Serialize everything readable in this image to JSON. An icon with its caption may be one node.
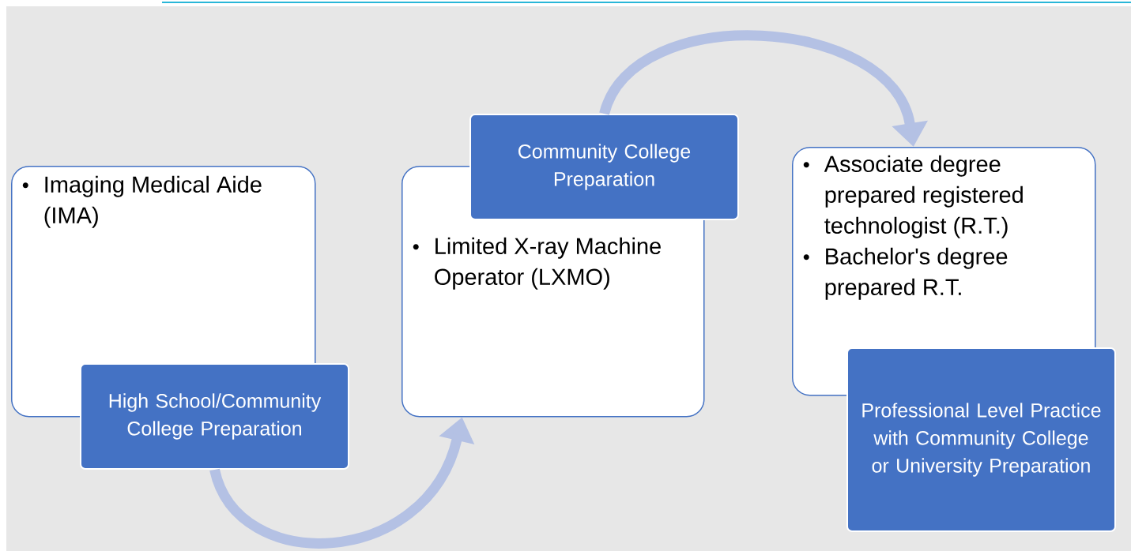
{
  "diagram": {
    "nodes": [
      {
        "text": [
          "Imaging Medical Aide (IMA)"
        ]
      },
      {
        "text": [
          "High School/Community College Preparation"
        ]
      },
      {
        "text": [
          "Limited X-ray Machine Operator (LXMO)"
        ]
      },
      {
        "text": [
          "Community College Preparation"
        ]
      },
      {
        "text": [
          "Associate degree prepared registered technologist (R.T.)",
          "Bachelor's degree prepared R.T."
        ]
      },
      {
        "text": [
          "Professional Level Practice with Community College or University Preparation"
        ]
      }
    ],
    "edges": [
      {
        "from": 1,
        "to": 2,
        "arrow": "to"
      },
      {
        "from": 3,
        "to": 4,
        "arrow": "to"
      }
    ]
  }
}
